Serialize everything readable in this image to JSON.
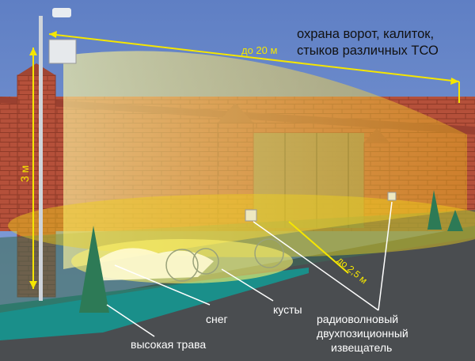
{
  "title_line1": "охрана ворот, калиток,",
  "title_line2": "стыков различных ТСО",
  "range_label": "до 20 м",
  "height_label": "3 м",
  "width_label": "до 2,5 м",
  "callouts": {
    "snow": "снег",
    "bushes": "кусты",
    "tall_grass": "высокая трава",
    "detector_line1": "радиоволновый",
    "detector_line2": "двухпозиционный",
    "detector_line3": "извещатель"
  },
  "colors": {
    "sky": "#6f8fcf",
    "brick": "#b5503a",
    "beam": "#f2d21a",
    "road": "#4a4d50",
    "grass": "#1a8f8a"
  }
}
